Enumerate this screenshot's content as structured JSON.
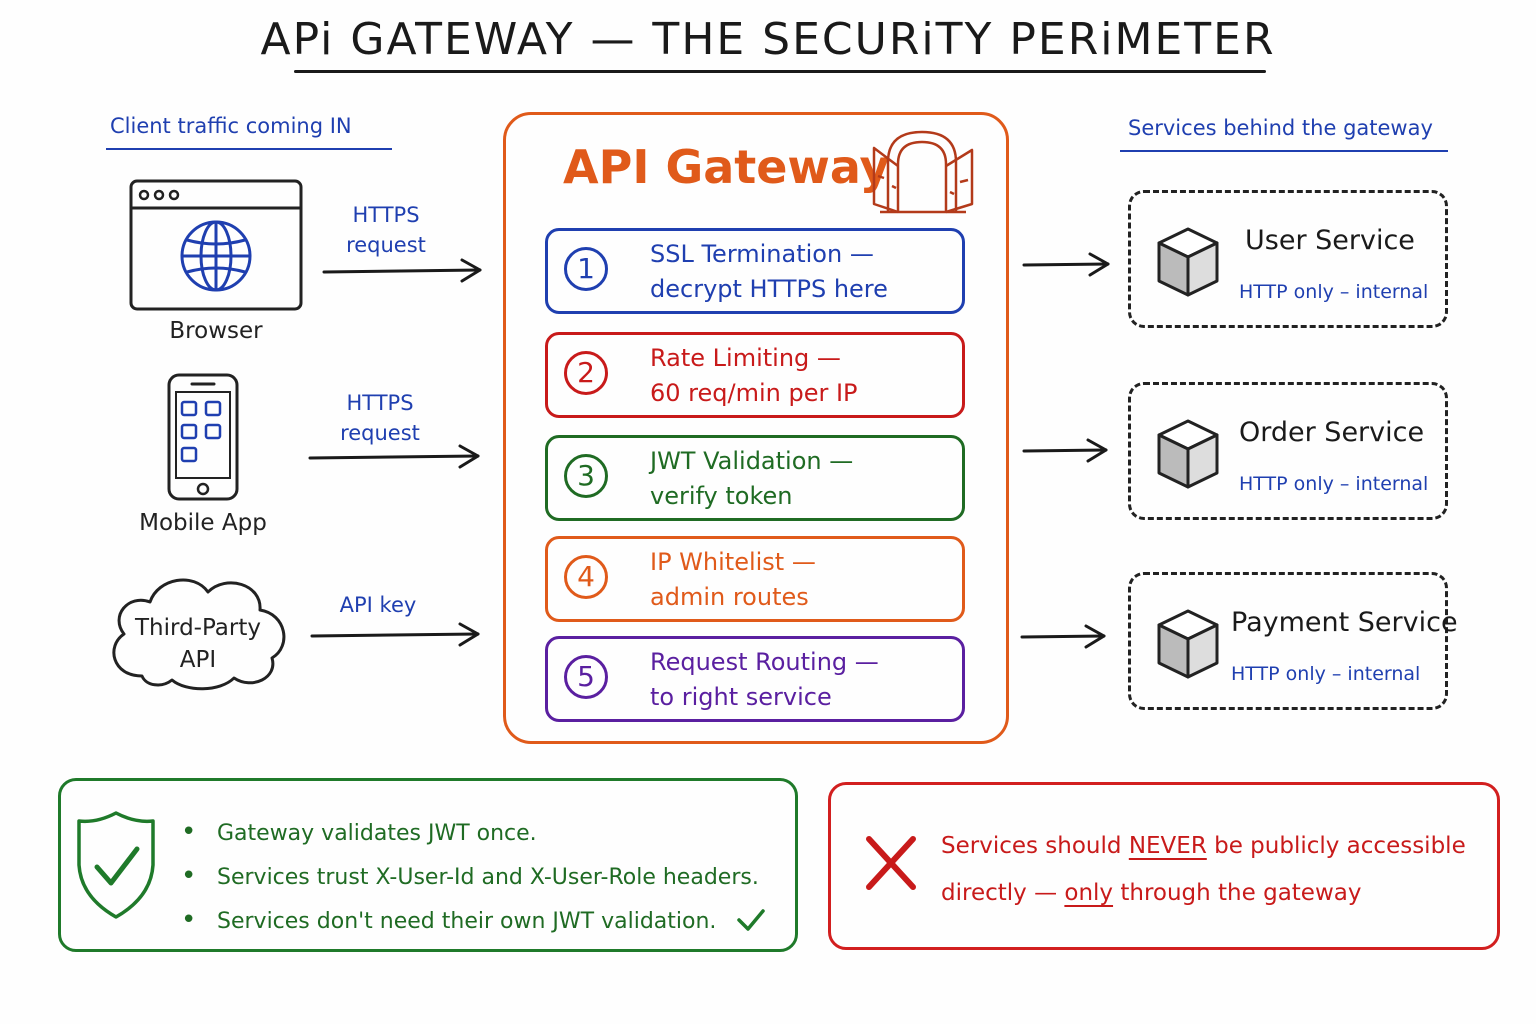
{
  "title": "APi GATEWAY — THE SECURiTY PERiMETER",
  "clients": {
    "header": "Client traffic coming IN",
    "browser_label": "Browser",
    "mobile_label": "Mobile App",
    "third_party_line1": "Third-Party",
    "third_party_line2": "API",
    "arrows": [
      {
        "line1": "HTTPS",
        "line2": "request"
      },
      {
        "line1": "HTTPS",
        "line2": "request"
      },
      {
        "line1": "API key",
        "line2": ""
      }
    ]
  },
  "gateway": {
    "title": "API Gateway",
    "steps": [
      {
        "num": "1",
        "line1": "SSL Termination —",
        "line2": "decrypt HTTPS here",
        "color": "#1f3fb0"
      },
      {
        "num": "2",
        "line1": "Rate Limiting —",
        "line2": "60 req/min per IP",
        "color": "#c81a1a"
      },
      {
        "num": "3",
        "line1": "JWT Validation —",
        "line2": "verify token",
        "color": "#1f6b23"
      },
      {
        "num": "4",
        "line1": "IP Whitelist —",
        "line2": "admin routes",
        "color": "#e05a1a"
      },
      {
        "num": "5",
        "line1": "Request Routing —",
        "line2": "to right service",
        "color": "#5a1fa0"
      }
    ]
  },
  "services": {
    "header": "Services behind the gateway",
    "items": [
      {
        "name": "User Service",
        "sub": "HTTP only – internal"
      },
      {
        "name": "Order Service",
        "sub": "HTTP only – internal"
      },
      {
        "name": "Payment Service",
        "sub": "HTTP only – internal"
      }
    ]
  },
  "notes": {
    "good": [
      "Gateway validates JWT once.",
      "Services trust X-User-Id and X-User-Role headers.",
      "Services don't need their own JWT validation."
    ],
    "bad": {
      "part1": "Services should ",
      "never": "NEVER",
      "part2": " be publicly accessible",
      "part3": "directly — ",
      "only": "only",
      "part4": " through the gateway"
    }
  },
  "colors": {
    "blue": "#1f3fb0",
    "red": "#c81a1a",
    "green": "#1f6b23",
    "orange": "#e05a1a",
    "purple": "#5a1fa0"
  },
  "icons": [
    "globe-icon",
    "phone-icon",
    "cloud-icon",
    "gate-icon",
    "cube-icon",
    "shield-check-icon",
    "x-mark-icon",
    "checkmark-icon"
  ]
}
